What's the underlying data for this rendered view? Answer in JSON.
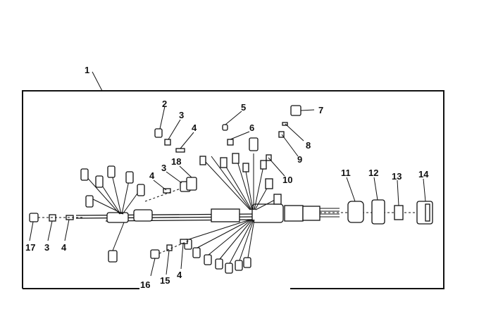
{
  "callouts": [
    {
      "id": "c1",
      "label": "1"
    },
    {
      "id": "c2",
      "label": "2"
    },
    {
      "id": "c3a",
      "label": "3"
    },
    {
      "id": "c4a",
      "label": "4"
    },
    {
      "id": "c5",
      "label": "5"
    },
    {
      "id": "c6",
      "label": "6"
    },
    {
      "id": "c7",
      "label": "7"
    },
    {
      "id": "c8",
      "label": "8"
    },
    {
      "id": "c9",
      "label": "9"
    },
    {
      "id": "c10",
      "label": "10"
    },
    {
      "id": "c18",
      "label": "18"
    },
    {
      "id": "c4b",
      "label": "4"
    },
    {
      "id": "c3b",
      "label": "3"
    },
    {
      "id": "c11",
      "label": "11"
    },
    {
      "id": "c12",
      "label": "12"
    },
    {
      "id": "c13",
      "label": "13"
    },
    {
      "id": "c14",
      "label": "14"
    },
    {
      "id": "c17",
      "label": "17"
    },
    {
      "id": "c3c",
      "label": "3"
    },
    {
      "id": "c4c",
      "label": "4"
    },
    {
      "id": "c16",
      "label": "16"
    },
    {
      "id": "c15",
      "label": "15"
    },
    {
      "id": "c4d",
      "label": "4"
    }
  ]
}
